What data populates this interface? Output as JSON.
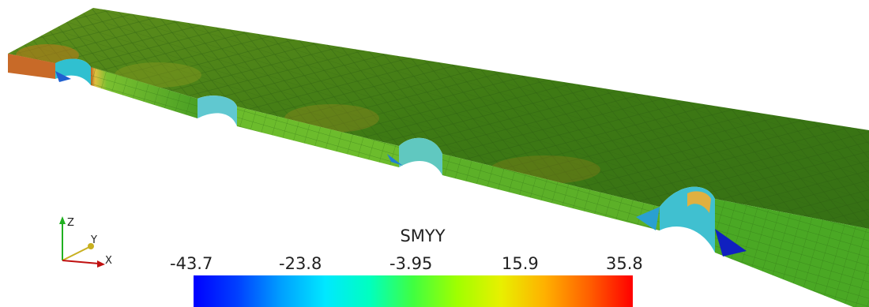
{
  "colors": {
    "plate_base": "#3f7f18",
    "plate_edge": "#4a9a1c",
    "stress_low": "#0000ff",
    "stress_high": "#ff0000"
  },
  "legend": {
    "title": "SMYY",
    "ticks": [
      "-43.7",
      "-23.8",
      "-3.95",
      "15.9",
      "35.8"
    ],
    "range": [
      -43.7,
      35.8
    ]
  },
  "axes_triad": {
    "x_label": "X",
    "y_label": "Y",
    "z_label": "Z"
  }
}
